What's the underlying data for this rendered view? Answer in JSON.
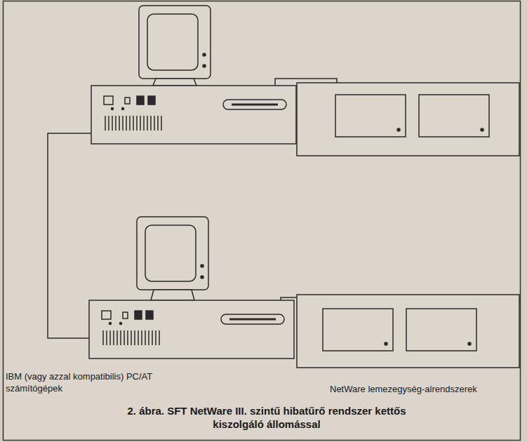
{
  "diagram": {
    "caption": "2. ábra. SFT NetWare III. szintű hibatűrő rendszer kettős kiszolgáló állomással",
    "labels": [
      "IBM (vagy azzal kompatibilis) PC/AT számítógépek",
      "NetWare lemezegység-alrendszerek"
    ]
  }
}
